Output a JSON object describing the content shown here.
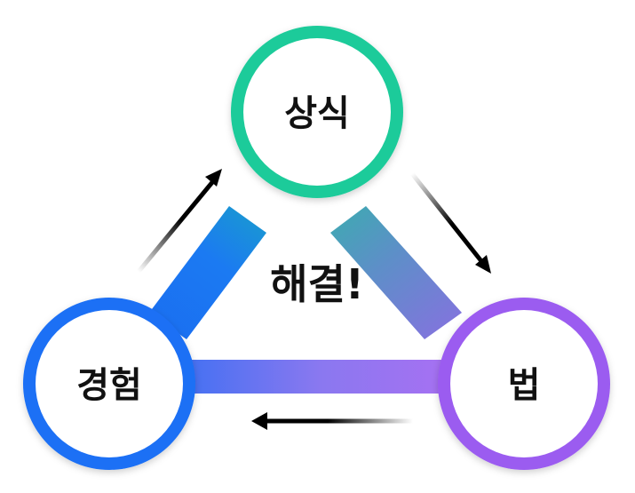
{
  "diagram": {
    "nodes": {
      "top": {
        "label": "상식",
        "color": "#1ecb9a"
      },
      "left": {
        "label": "경험",
        "color": "#1b6ff5"
      },
      "right": {
        "label": "법",
        "color": "#9b5cf0"
      }
    },
    "center": {
      "label": "해결!"
    },
    "arrows": [
      {
        "from": "경험",
        "to": "상식"
      },
      {
        "from": "상식",
        "to": "법"
      },
      {
        "from": "법",
        "to": "경험"
      }
    ]
  }
}
